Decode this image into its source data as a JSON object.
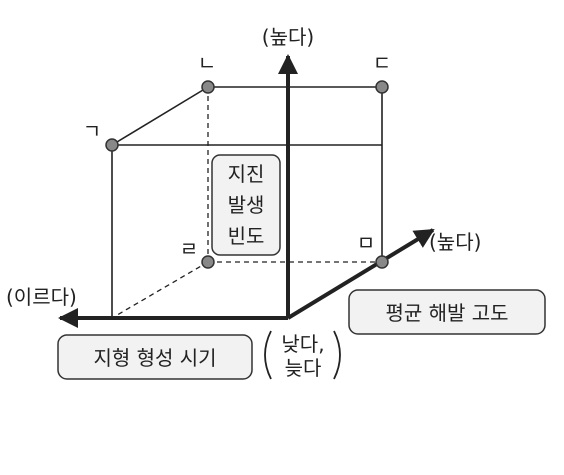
{
  "axes": {
    "vertical": {
      "top_label": "(높다)",
      "name": "지진 발생 빈도",
      "name_lines": [
        "지진",
        "발생",
        "빈도"
      ]
    },
    "right": {
      "end_label": "(높다)",
      "name": "평균 해발 고도"
    },
    "left": {
      "end_label": "(이르다)",
      "name": "지형 형성 시기"
    },
    "origin_label_lines": [
      "낮다,",
      "늦다"
    ]
  },
  "points": [
    {
      "id": "ㄱ"
    },
    {
      "id": "ㄴ"
    },
    {
      "id": "ㄷ"
    },
    {
      "id": "ㄹ"
    },
    {
      "id": "ㅁ"
    }
  ],
  "colors": {
    "line": "#222222",
    "point": "#888888",
    "box_fill": "#f2f2f2"
  }
}
